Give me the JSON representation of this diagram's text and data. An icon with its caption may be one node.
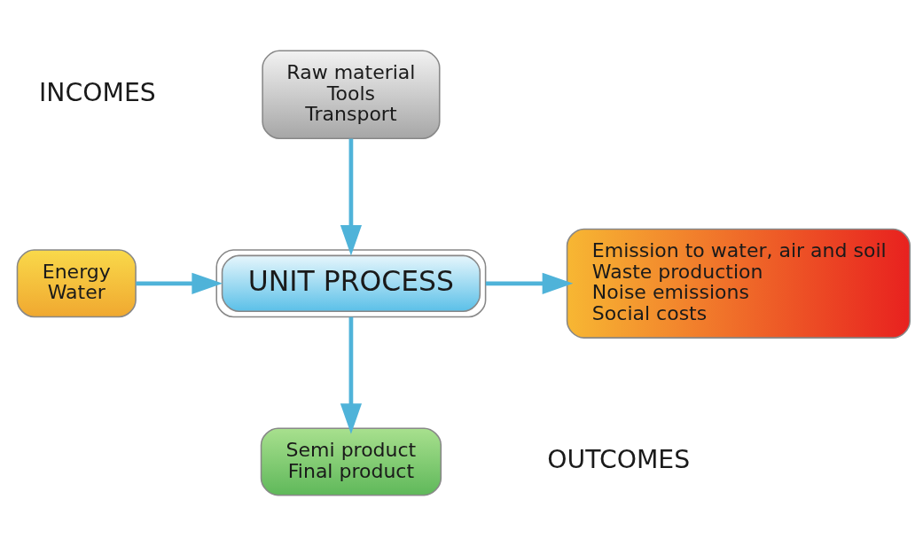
{
  "diagram": {
    "nodes": [
      {
        "text": [
          "Raw material",
          "Tools",
          "Transport"
        ]
      },
      {
        "text": [
          "Energy",
          "Water"
        ]
      },
      {
        "text": [
          "UNIT PROCESS"
        ]
      },
      {
        "text": [
          "Emission to water, air and soil",
          "Waste production",
          "Noise emissions",
          "Social costs"
        ]
      },
      {
        "text": [
          "Semi product",
          "Final product"
        ]
      }
    ],
    "edges": [
      {
        "from": 0,
        "to": 2,
        "arrow": "to"
      },
      {
        "from": 1,
        "to": 2,
        "arrow": "to"
      },
      {
        "from": 2,
        "to": 3,
        "arrow": "to"
      },
      {
        "from": 2,
        "to": 4,
        "arrow": "to"
      }
    ],
    "labels": [
      "INCOMES",
      "OUTCOMES"
    ]
  }
}
